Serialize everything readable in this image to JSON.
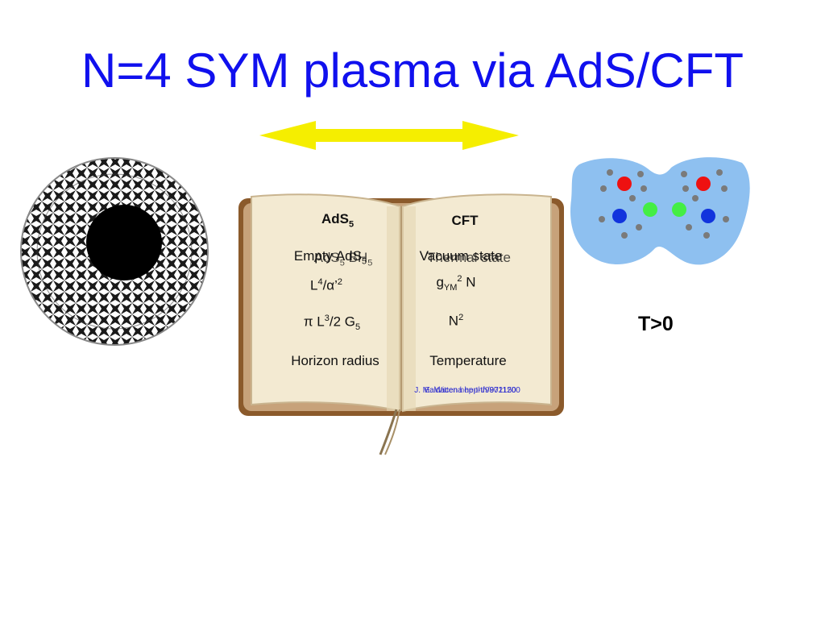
{
  "slide": {
    "title": "N=4 SYM plasma via AdS/CFT",
    "temperature_label": "T>0"
  },
  "book": {
    "left_header": "AdS",
    "left_header_sub": "5",
    "right_header": "CFT",
    "row1_left_a": "Empty AdS",
    "row1_left_b": "AdS",
    "row1_left_sub": "5",
    "row1_left_c": "BH",
    "row1_left_sub2": "5",
    "row1_right_a": "Vacuum state",
    "row1_right_b": "Thermal state",
    "row2_left": "L",
    "row2_left_sup": "4",
    "row2_left_rest": "/α’",
    "row2_left_sup2": "2",
    "row2_right": "g",
    "row2_right_sub": "YM",
    "row2_right_sup": "2",
    "row2_right_rest": " N",
    "row3_left": "π L",
    "row3_left_sup": "3",
    "row3_left_mid": "/2 G",
    "row3_left_sub": "5",
    "row3_right": "N",
    "row3_right_sup": "2",
    "row4_left": "Horizon radius",
    "row4_right": "Temperature",
    "ref_a": "J. Maldacena hep-th/9711200",
    "ref_b": "E. Witten hep-th/9802150"
  },
  "colors": {
    "title": "#1010ee",
    "arrow": "#f5ee00",
    "plasma": "#8ec0f0",
    "quark_red": "#ee1111",
    "quark_blue": "#1133dd",
    "quark_green": "#44ee44",
    "gluon_gray": "#7a7a7a"
  }
}
